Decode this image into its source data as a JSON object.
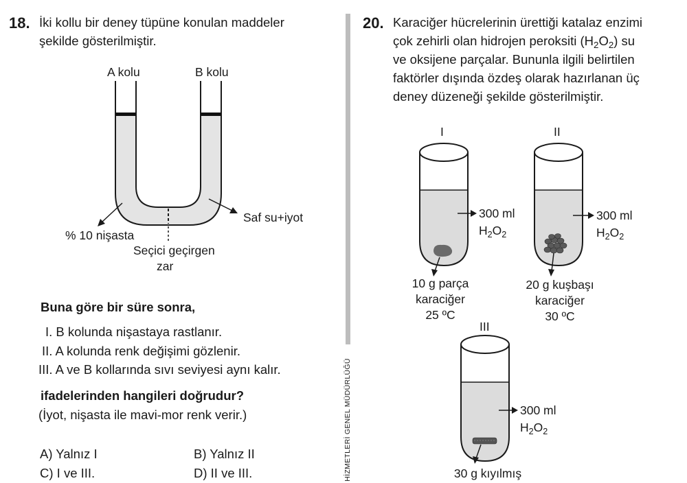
{
  "q18": {
    "number": "18.",
    "text_line1": "İki kollu bir deney tüpüne konulan maddeler",
    "text_line2": "şekilde gösterilmiştir.",
    "figure": {
      "label_a": "A kolu",
      "label_b": "B kolu",
      "label_starch": "% 10 nişasta",
      "label_water": "Saf su+iyot",
      "label_membrane_1": "Seçici geçirgen",
      "label_membrane_2": "zar"
    },
    "prompt": "Buna göre bir süre sonra,",
    "statements": [
      "I. B kolunda nişastaya rastlanır.",
      "II. A kolunda renk değişimi gözlenir.",
      "III. A ve B kollarında sıvı seviyesi aynı kalır."
    ],
    "question": "ifadelerinden hangileri doğrudur?",
    "note": "(İyot, nişasta ile mavi-mor renk verir.)",
    "options": {
      "a": "A) Yalnız I",
      "b": "B) Yalnız II",
      "c": "C) I ve III.",
      "d": "D) II ve III."
    }
  },
  "sidebar_text": "HİZMETLERİ GENEL MÜDÜRLÜĞÜ",
  "q20": {
    "number": "20.",
    "line1": "Karaciğer hücrelerinin ürettiği katalaz enzimi",
    "line2_pre": "çok zehirli olan hidrojen peroksiti (H",
    "line2_sub1": "2",
    "line2_mid": "O",
    "line2_sub2": "2",
    "line2_post": ") su",
    "line3": "ve oksijene parçalar. Bununla ilgili belirtilen",
    "line4": "faktörler dışında özdeş olarak hazırlanan üç",
    "line5": "deney düzeneği şekilde gösterilmiştir.",
    "setups": [
      {
        "roman": "I",
        "volume": "300 ml",
        "chem": "H",
        "sub1": "2",
        "chem2": "O",
        "sub2": "2",
        "desc1": "10 g parça",
        "desc2": "karaciğer",
        "desc3": "25 ºC"
      },
      {
        "roman": "II",
        "volume": "300 ml",
        "chem": "H",
        "sub1": "2",
        "chem2": "O",
        "sub2": "2",
        "desc1": "20 g kuşbaşı",
        "desc2": "karaciğer",
        "desc3": "30 ºC"
      },
      {
        "roman": "III",
        "volume": "300 ml",
        "chem": "H",
        "sub1": "2",
        "chem2": "O",
        "sub2": "2",
        "desc1": "30 g kıyılmış"
      }
    ]
  }
}
